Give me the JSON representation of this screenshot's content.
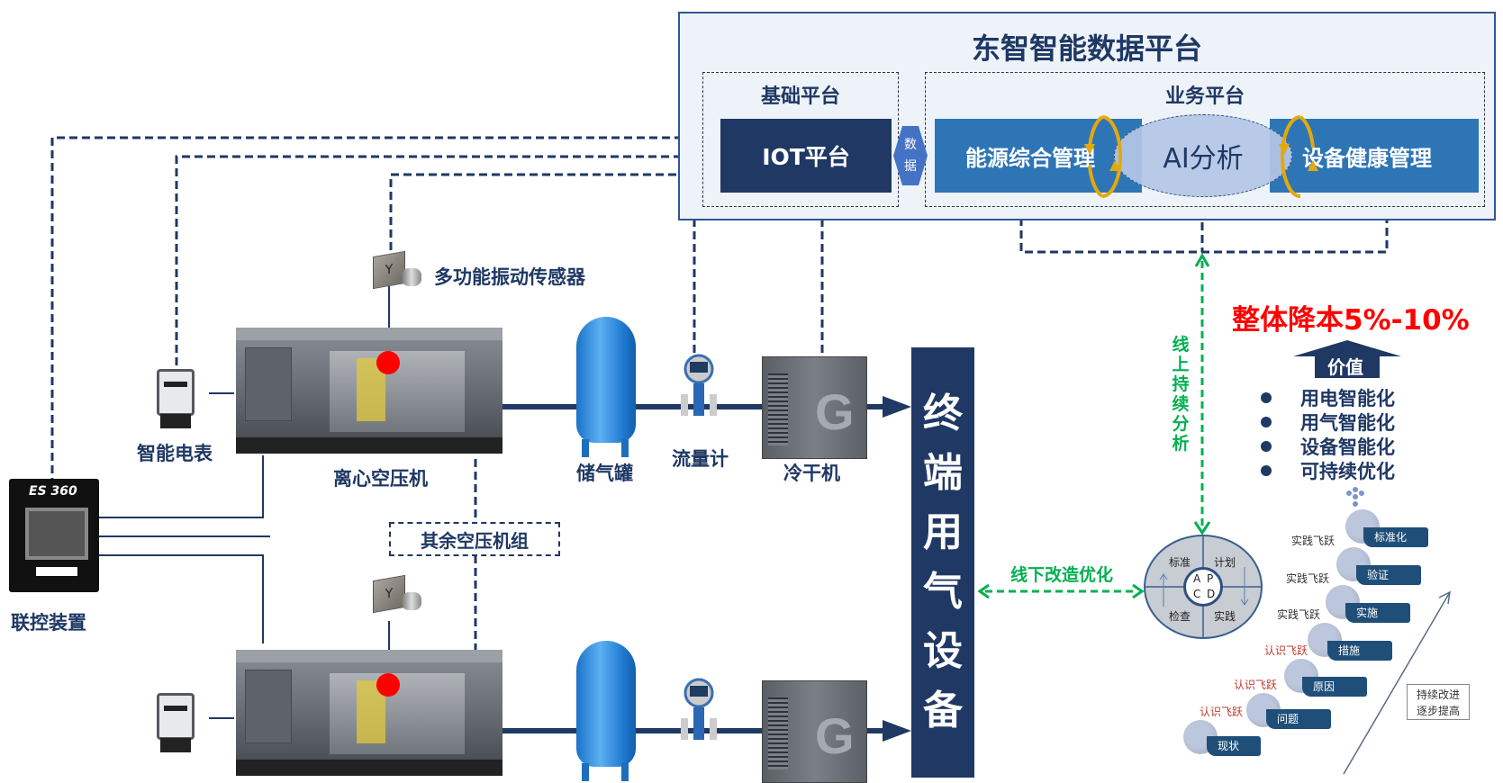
{
  "platform": {
    "title": "东智智能数据平台",
    "base_platform": {
      "title": "基础平台",
      "iot_label": "IOT平台"
    },
    "data_connector": {
      "line1": "数",
      "line2": "据"
    },
    "business_platform": {
      "title": "业务平台",
      "energy_mgmt": "能源综合管理",
      "ai_analysis": "AI分析",
      "equipment_health": "设备健康管理"
    }
  },
  "devices": {
    "vibration_sensor": "多功能振动传感器",
    "smart_meter": "智能电表",
    "centrifugal_compressor": "离心空压机",
    "air_tank": "储气罐",
    "flow_meter": "流量计",
    "dryer": "冷干机",
    "other_compressors": "其余空压机组",
    "controller": "联控装置",
    "controller_brand": "ES 360",
    "dryer_logo": "G"
  },
  "terminal": {
    "chars": [
      "终",
      "端",
      "用",
      "气",
      "设",
      "备"
    ]
  },
  "links": {
    "online_analysis": [
      "线",
      "上",
      "持",
      "续",
      "分",
      "析"
    ],
    "offline_optimization": "线下改造优化"
  },
  "value": {
    "headline": "整体降本5%-10%",
    "arrow_label": "价值",
    "items": [
      "用电智能化",
      "用气智能化",
      "设备智能化",
      "可持续优化"
    ]
  },
  "pdca": {
    "quadrants": {
      "top_left": "标准",
      "top_right": "计划",
      "bottom_left": "检查",
      "bottom_right": "实践"
    },
    "letters": {
      "a": "A",
      "p": "P",
      "c": "C",
      "d": "D"
    }
  },
  "staircase": {
    "steps": [
      "现状",
      "问题",
      "原因",
      "措施",
      "实施",
      "验证",
      "标准化"
    ],
    "leaps": [
      "认识飞跃",
      "认识飞跃",
      "认识飞跃",
      "实践飞跃",
      "实践飞跃",
      "实践飞跃"
    ],
    "note_line1": "持续改进",
    "note_line2": "逐步提高"
  },
  "colors": {
    "navy": "#1f3864",
    "business_blue": "#2e75b6",
    "green_link": "#00b050",
    "headline_red": "#ff0000",
    "loop_arrow_gold": "#e3a90c"
  }
}
